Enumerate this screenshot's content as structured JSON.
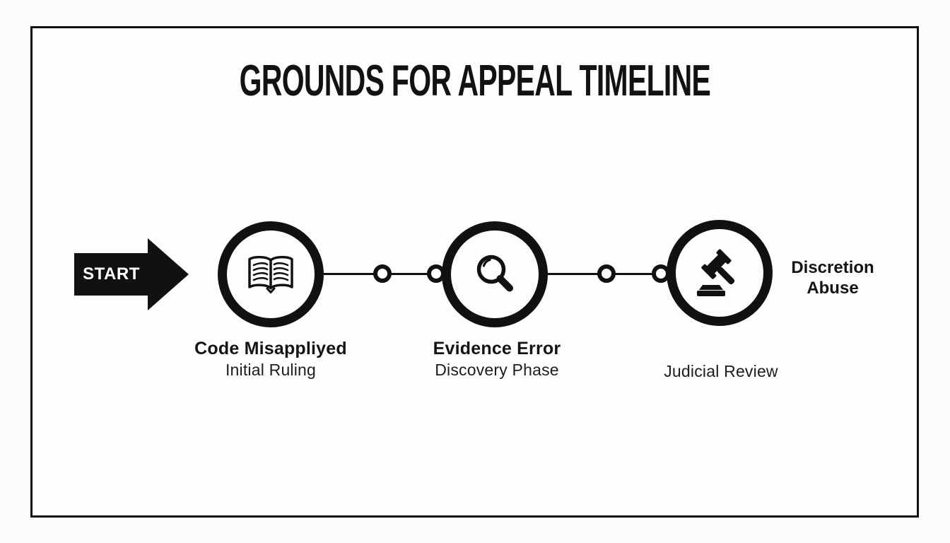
{
  "colors": {
    "ink": "#111111",
    "bg": "#fcfcfc",
    "panel": "#fdfdfd"
  },
  "title": "GROUNDS FOR APPEAL TIMELINE",
  "start_label": "START",
  "nodes": [
    {
      "icon": "open-book-icon",
      "label": "Code Misappliyed",
      "sublabel": "Initial Ruling"
    },
    {
      "icon": "magnifier-icon",
      "label": "Evidence Error",
      "sublabel": "Discovery Phase"
    },
    {
      "icon": "gavel-icon",
      "label": "Discretion Abuse",
      "sublabel": "Judicial Review"
    }
  ]
}
